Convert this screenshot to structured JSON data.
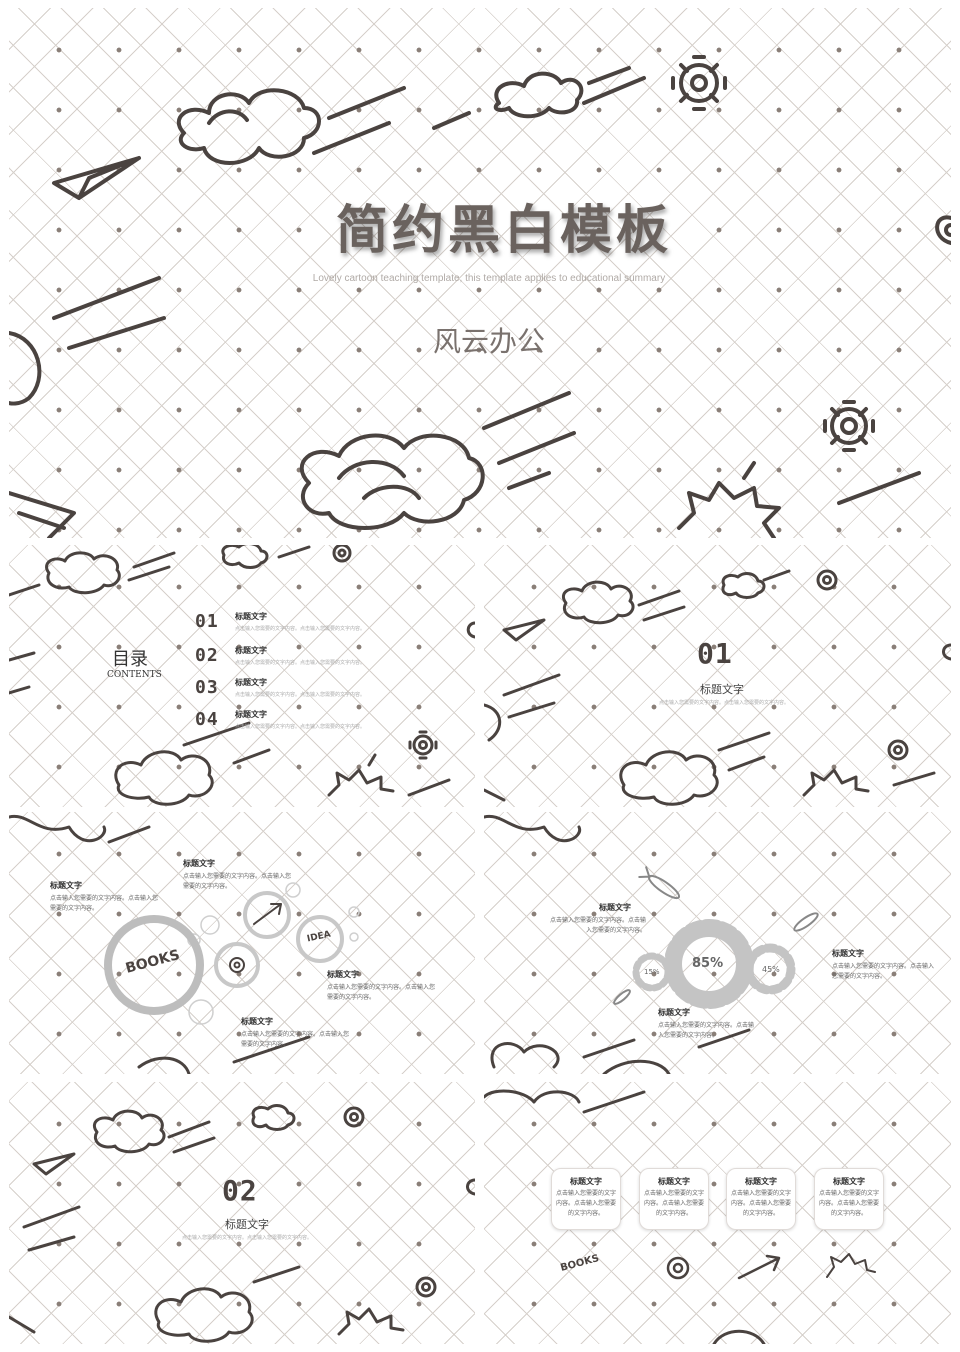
{
  "slide1": {
    "title": "简约黑白模板",
    "subtitle": "Lovely cartoon teaching template, this template applies to educational summary",
    "company": "风云办公"
  },
  "toc": {
    "heading": "目录",
    "heading_en": "CONTENTS",
    "items": [
      {
        "num": "01",
        "title": "标题文字",
        "desc": "点击输入您需要的文字内容。点击输入您需要的文字内容。"
      },
      {
        "num": "02",
        "title": "标题文字",
        "desc": "点击输入您需要的文字内容。点击输入您需要的文字内容。"
      },
      {
        "num": "03",
        "title": "标题文字",
        "desc": "点击输入您需要的文字内容。点击输入您需要的文字内容。"
      },
      {
        "num": "04",
        "title": "标题文字",
        "desc": "点击输入您需要的文字内容。点击输入您需要的文字内容。"
      }
    ]
  },
  "section1": {
    "num": "01",
    "title": "标题文字",
    "desc": "点击输入您需要的文字内容。点击输入您需要的文字内容。"
  },
  "bubbles": {
    "t1": "标题文字",
    "d1": "点击输入您需要的文字内容。点击输入您需要的文字内容。",
    "t2": "标题文字",
    "d2": "点击输入您需要的文字内容。点击输入您需要的文字内容。",
    "t3": "标题文字",
    "d3": "点击输入您需要的文字内容。点击输入您需要的文字内容。",
    "t4": "标题文字",
    "d4": "点击输入您需要的文字内容。点击输入您需要的文字内容。",
    "badge": "BOOKS",
    "idea": "IDEA"
  },
  "gears": {
    "t1": "标题文字",
    "d1": "点击输入您需要的文字内容。点击输入您需要的文字内容。",
    "t2": "标题文字",
    "d2": "点击输入您需要的文字内容。点击输入您需要的文字内容。",
    "t3": "标题文字",
    "d3": "点击输入您需要的文字内容。点击输入您需要的文字内容。",
    "p1": "85%",
    "p2": "15%",
    "p3": "45%"
  },
  "section2": {
    "num": "02",
    "title": "标题文字",
    "desc": "点击输入您需要的文字内容。点击输入您需要的文字内容。"
  },
  "cards": [
    {
      "title": "标题文字",
      "desc": "点击输入您需要的文字内容。点击输入您需要的文字内容。"
    },
    {
      "title": "标题文字",
      "desc": "点击输入您需要的文字内容。点击输入您需要的文字内容。"
    },
    {
      "title": "标题文字",
      "desc": "点击输入您需要的文字内容。点击输入您需要的文字内容。"
    },
    {
      "title": "标题文字",
      "desc": "点击输入您需要的文字内容。点击输入您需要的文字内容。"
    }
  ],
  "icons": [
    "cloud-icon",
    "paper-plane-icon",
    "eye-gear-icon",
    "idea-burst-icon",
    "arrow-icon",
    "rocket-icon",
    "gear-icon"
  ]
}
